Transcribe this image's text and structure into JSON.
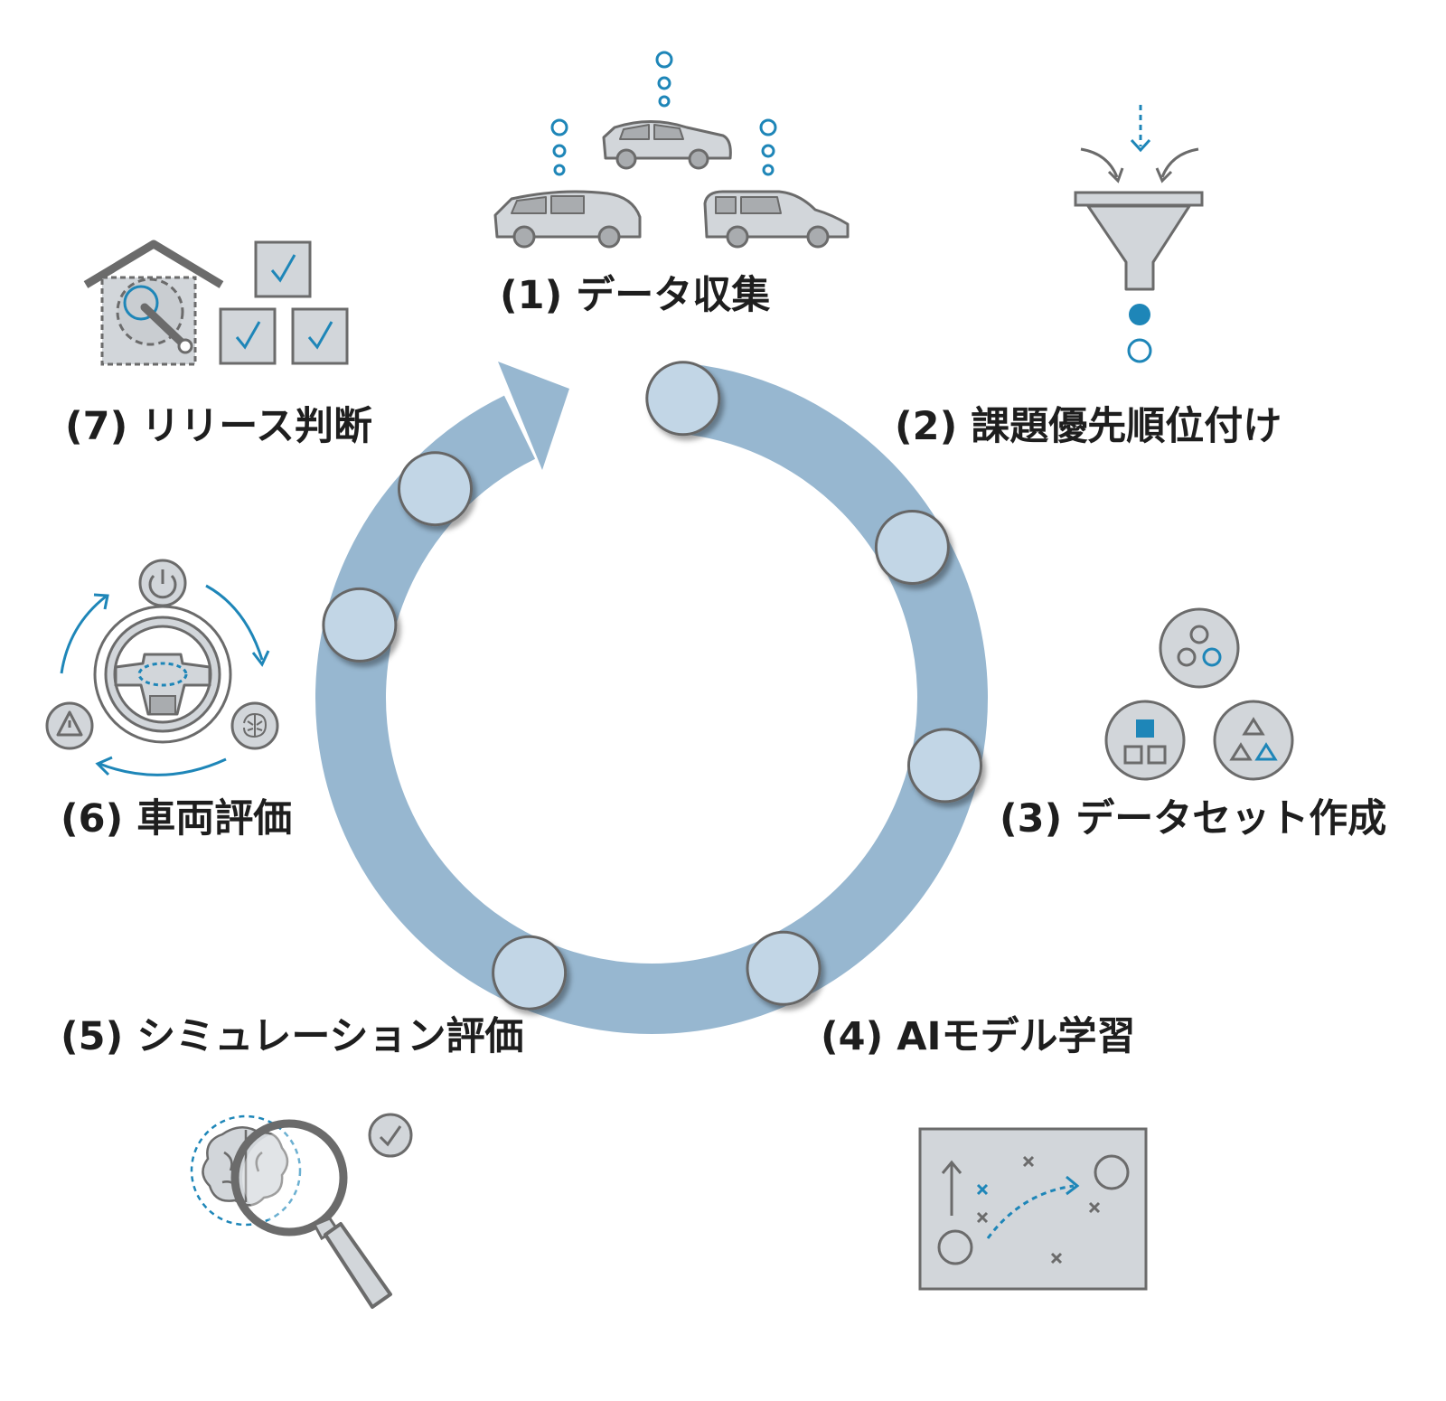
{
  "colors": {
    "ring": "#97b7d0",
    "node_fill": "#c2d6e6",
    "node_stroke": "#666666",
    "icon_gray": "#6b6b6b",
    "icon_fill": "#d2d6da",
    "accent_blue": "#1e86b8",
    "label": "#1e1e1e"
  },
  "steps": [
    {
      "label": "(1) データ収集",
      "icon": "cars-data-collection-icon"
    },
    {
      "label": "(2) 課題優先順位付け",
      "icon": "funnel-prioritization-icon"
    },
    {
      "label": "(3) データセット作成",
      "icon": "dataset-clusters-icon"
    },
    {
      "label": "(4) AIモデル学習",
      "icon": "training-map-icon"
    },
    {
      "label": "(5) シミュレーション評価",
      "icon": "magnifier-brain-icon"
    },
    {
      "label": "(6) 車両評価",
      "icon": "steering-wheel-cycle-icon"
    },
    {
      "label": "(7) リリース判断",
      "icon": "garage-checkboxes-icon"
    }
  ]
}
